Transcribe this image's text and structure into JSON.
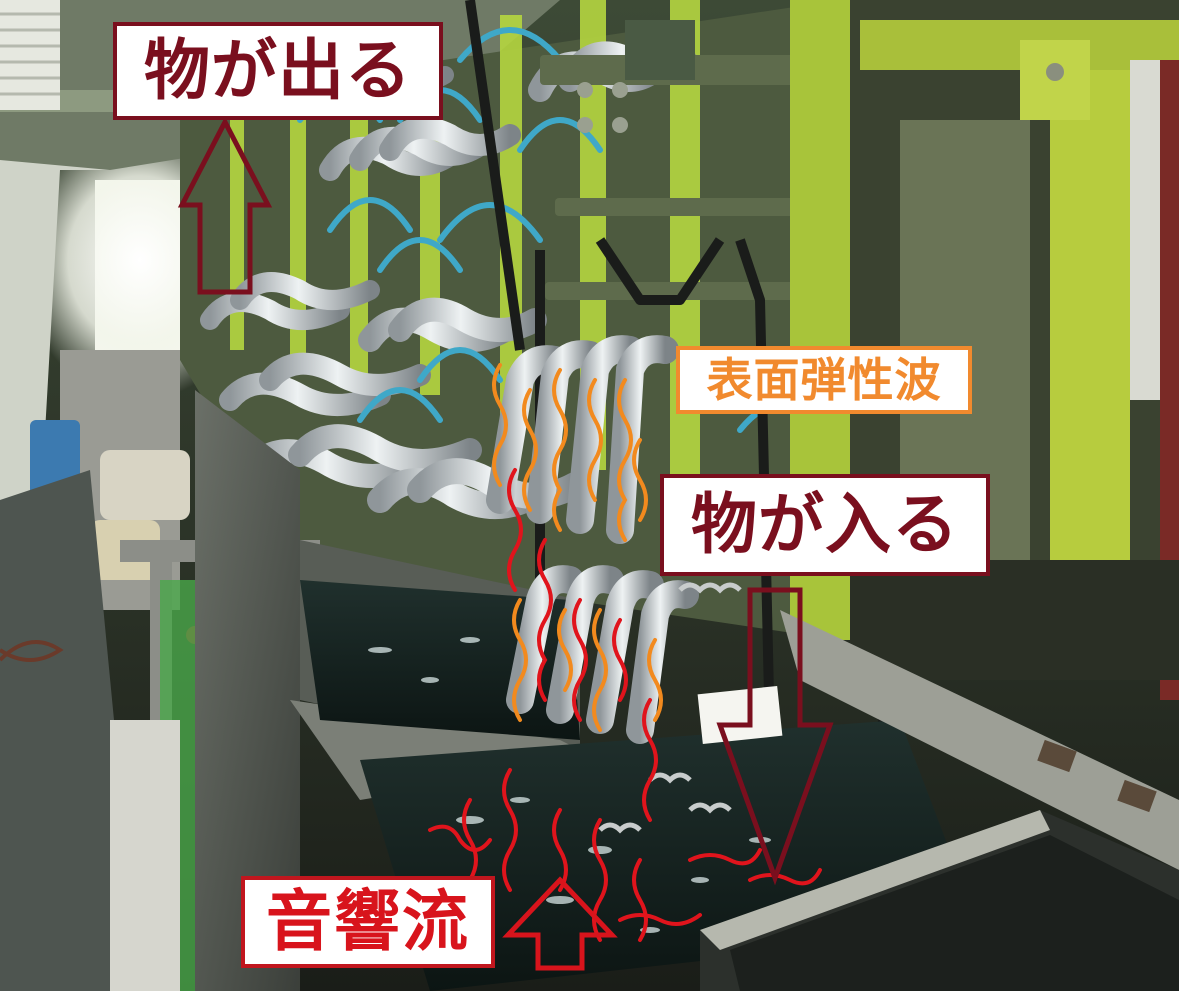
{
  "annotations": {
    "top": {
      "text": "物が出る",
      "color": "#7a0f1e"
    },
    "surface_wave": {
      "text": "表面弾性波",
      "color": "#f18a2e"
    },
    "middle": {
      "text": "物が入る",
      "color": "#7a0f1e"
    },
    "bottom": {
      "text": "音響流",
      "color": "#d8141c"
    }
  },
  "colors": {
    "arrow_dark_red": "#7a0f1e",
    "arrow_red": "#d8141c",
    "wave_orange": "#f28a1e",
    "wave_red": "#e0141c"
  }
}
